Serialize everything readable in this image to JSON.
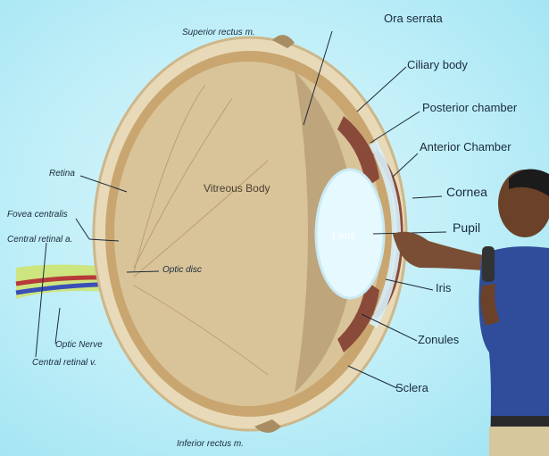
{
  "labels": {
    "superior_rectus": "Superior rectus m.",
    "inferior_rectus": "Inferior rectus m.",
    "ora_serrata": "Ora serrata",
    "ciliary_body": "Ciliary body",
    "posterior_chamber": "Posterior chamber",
    "anterior_chamber": "Anterior Chamber",
    "cornea": "Cornea",
    "pupil": "Pupil",
    "iris": "Iris",
    "zonules": "Zonules",
    "sclera": "Sclera",
    "retina": "Retina",
    "fovea_centralis": "Fovea centralis",
    "central_retinal_a": "Central retinal a.",
    "optic_nerve": "Optic Nerve",
    "central_retinal_v": "Central retinal v.",
    "optic_disc": "Optic disc",
    "vitreous_body": "Vitreous Body",
    "lens": "Lens"
  },
  "colors": {
    "screen": "#bdeef8",
    "sclera": "#e8d9b8",
    "vitreous": "#d9c49a",
    "retina": "#c9a66f",
    "lens": "#e6f9ff",
    "iris": "#8a4a3a",
    "nerve_yellow": "#cfe36a",
    "artery": "#b73a3a",
    "vein": "#3a4fb7",
    "shirt": "#2f4d9a"
  }
}
